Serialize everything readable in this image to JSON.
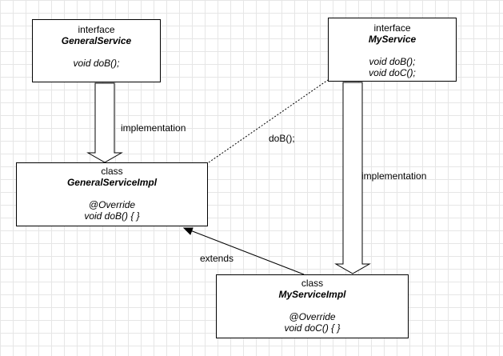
{
  "classes": {
    "general_service": {
      "stereotype": "interface",
      "name": "GeneralService",
      "members": [
        "void doB();"
      ]
    },
    "my_service": {
      "stereotype": "interface",
      "name": "MyService",
      "members": [
        "void doB();",
        "void doC();"
      ]
    },
    "general_service_impl": {
      "stereotype": "class",
      "name": "GeneralServiceImpl",
      "annotation": "@Override",
      "members": [
        "void doB() { }"
      ]
    },
    "my_service_impl": {
      "stereotype": "class",
      "name": "MyServiceImpl",
      "annotation": "@Override",
      "members": [
        "void doC() { }"
      ]
    }
  },
  "relations": {
    "implementation_left": "implementation",
    "dependency_label": "doB();",
    "implementation_right": "implementation",
    "extends_label": "extends"
  },
  "colors": {
    "grid": "#e6e6e6",
    "stroke": "#000000",
    "box_fill": "#ffffff"
  }
}
